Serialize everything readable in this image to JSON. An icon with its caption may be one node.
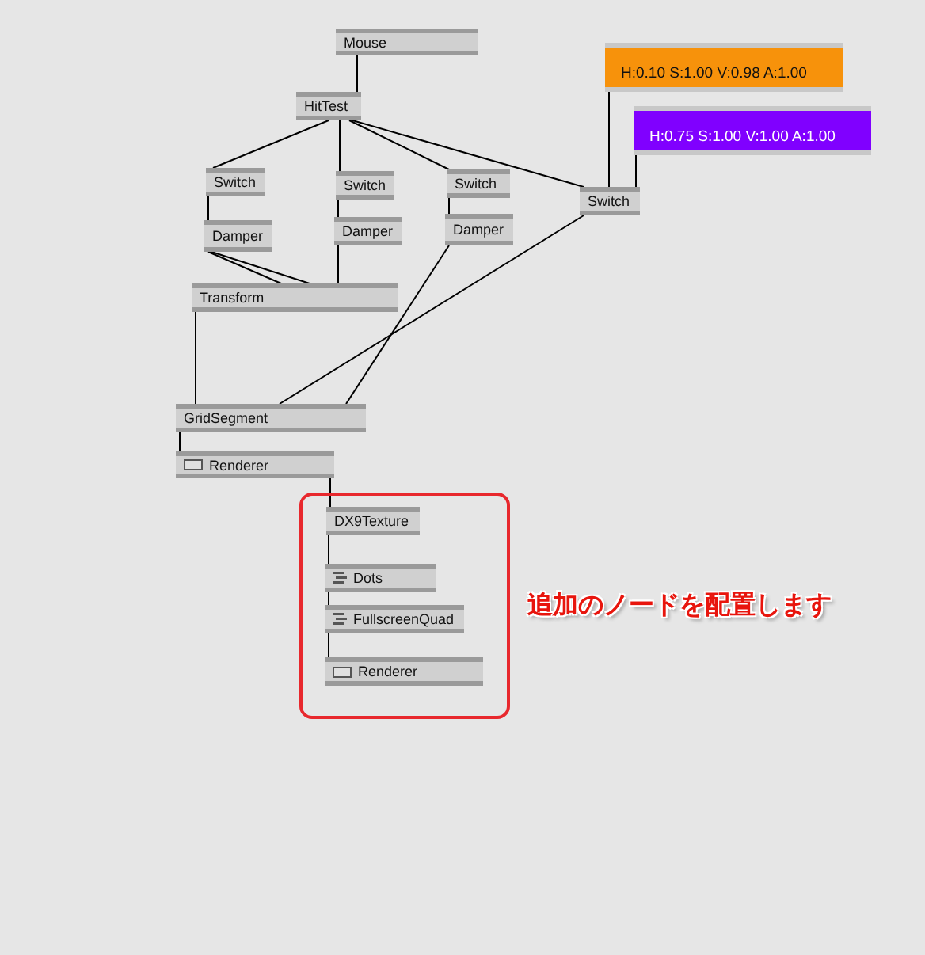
{
  "diagram": {
    "nodes": [
      {
        "text": [
          "Mouse"
        ]
      },
      {
        "text": [
          "HitTest"
        ]
      },
      {
        "text": [
          "Switch"
        ]
      },
      {
        "text": [
          "Switch"
        ]
      },
      {
        "text": [
          "Switch"
        ]
      },
      {
        "text": [
          "Switch"
        ]
      },
      {
        "text": [
          "H:0.10  S:1.00  V:0.98  A:1.00"
        ]
      },
      {
        "text": [
          "H:0.75  S:1.00  V:1.00  A:1.00"
        ]
      },
      {
        "text": [
          "Damper"
        ]
      },
      {
        "text": [
          "Damper"
        ]
      },
      {
        "text": [
          "Damper"
        ]
      },
      {
        "text": [
          "Transform"
        ]
      },
      {
        "text": [
          "GridSegment"
        ]
      },
      {
        "text": [
          "Renderer"
        ]
      },
      {
        "text": [],
        "shape": "box",
        "beside": [
          "追加のノードを配置します"
        ]
      },
      {
        "text": [
          "DX9Texture"
        ],
        "in": 14
      },
      {
        "text": [
          "Dots"
        ],
        "in": 14
      },
      {
        "text": [
          "FullscreenQuad"
        ],
        "in": 14
      },
      {
        "text": [
          "Renderer"
        ],
        "in": 14
      }
    ],
    "edges": [
      {
        "from": 0,
        "to": 1,
        "arrow": "none"
      },
      {
        "from": 1,
        "to": 2,
        "arrow": "none"
      },
      {
        "from": 1,
        "to": 3,
        "arrow": "none"
      },
      {
        "from": 1,
        "to": 4,
        "arrow": "none"
      },
      {
        "from": 1,
        "to": 5,
        "arrow": "none"
      },
      {
        "from": 2,
        "to": 8,
        "arrow": "none"
      },
      {
        "from": 3,
        "to": 9,
        "arrow": "none"
      },
      {
        "from": 4,
        "to": 10,
        "arrow": "none"
      },
      {
        "from": 6,
        "to": 5,
        "arrow": "none"
      },
      {
        "from": 7,
        "to": 5,
        "arrow": "none"
      },
      {
        "from": 8,
        "to": 11,
        "arrow": "none"
      },
      {
        "from": 8,
        "to": 11,
        "arrow": "none"
      },
      {
        "from": 9,
        "to": 11,
        "arrow": "none"
      },
      {
        "from": 10,
        "to": 12,
        "arrow": "none"
      },
      {
        "from": 5,
        "to": 12,
        "arrow": "none"
      },
      {
        "from": 11,
        "to": 12,
        "arrow": "none"
      },
      {
        "from": 12,
        "to": 13,
        "arrow": "none"
      },
      {
        "from": 13,
        "to": 15,
        "arrow": "none"
      },
      {
        "from": 15,
        "to": 16,
        "arrow": "none"
      },
      {
        "from": 16,
        "to": 17,
        "arrow": "none"
      },
      {
        "from": 17,
        "to": 18,
        "arrow": "none"
      }
    ]
  }
}
